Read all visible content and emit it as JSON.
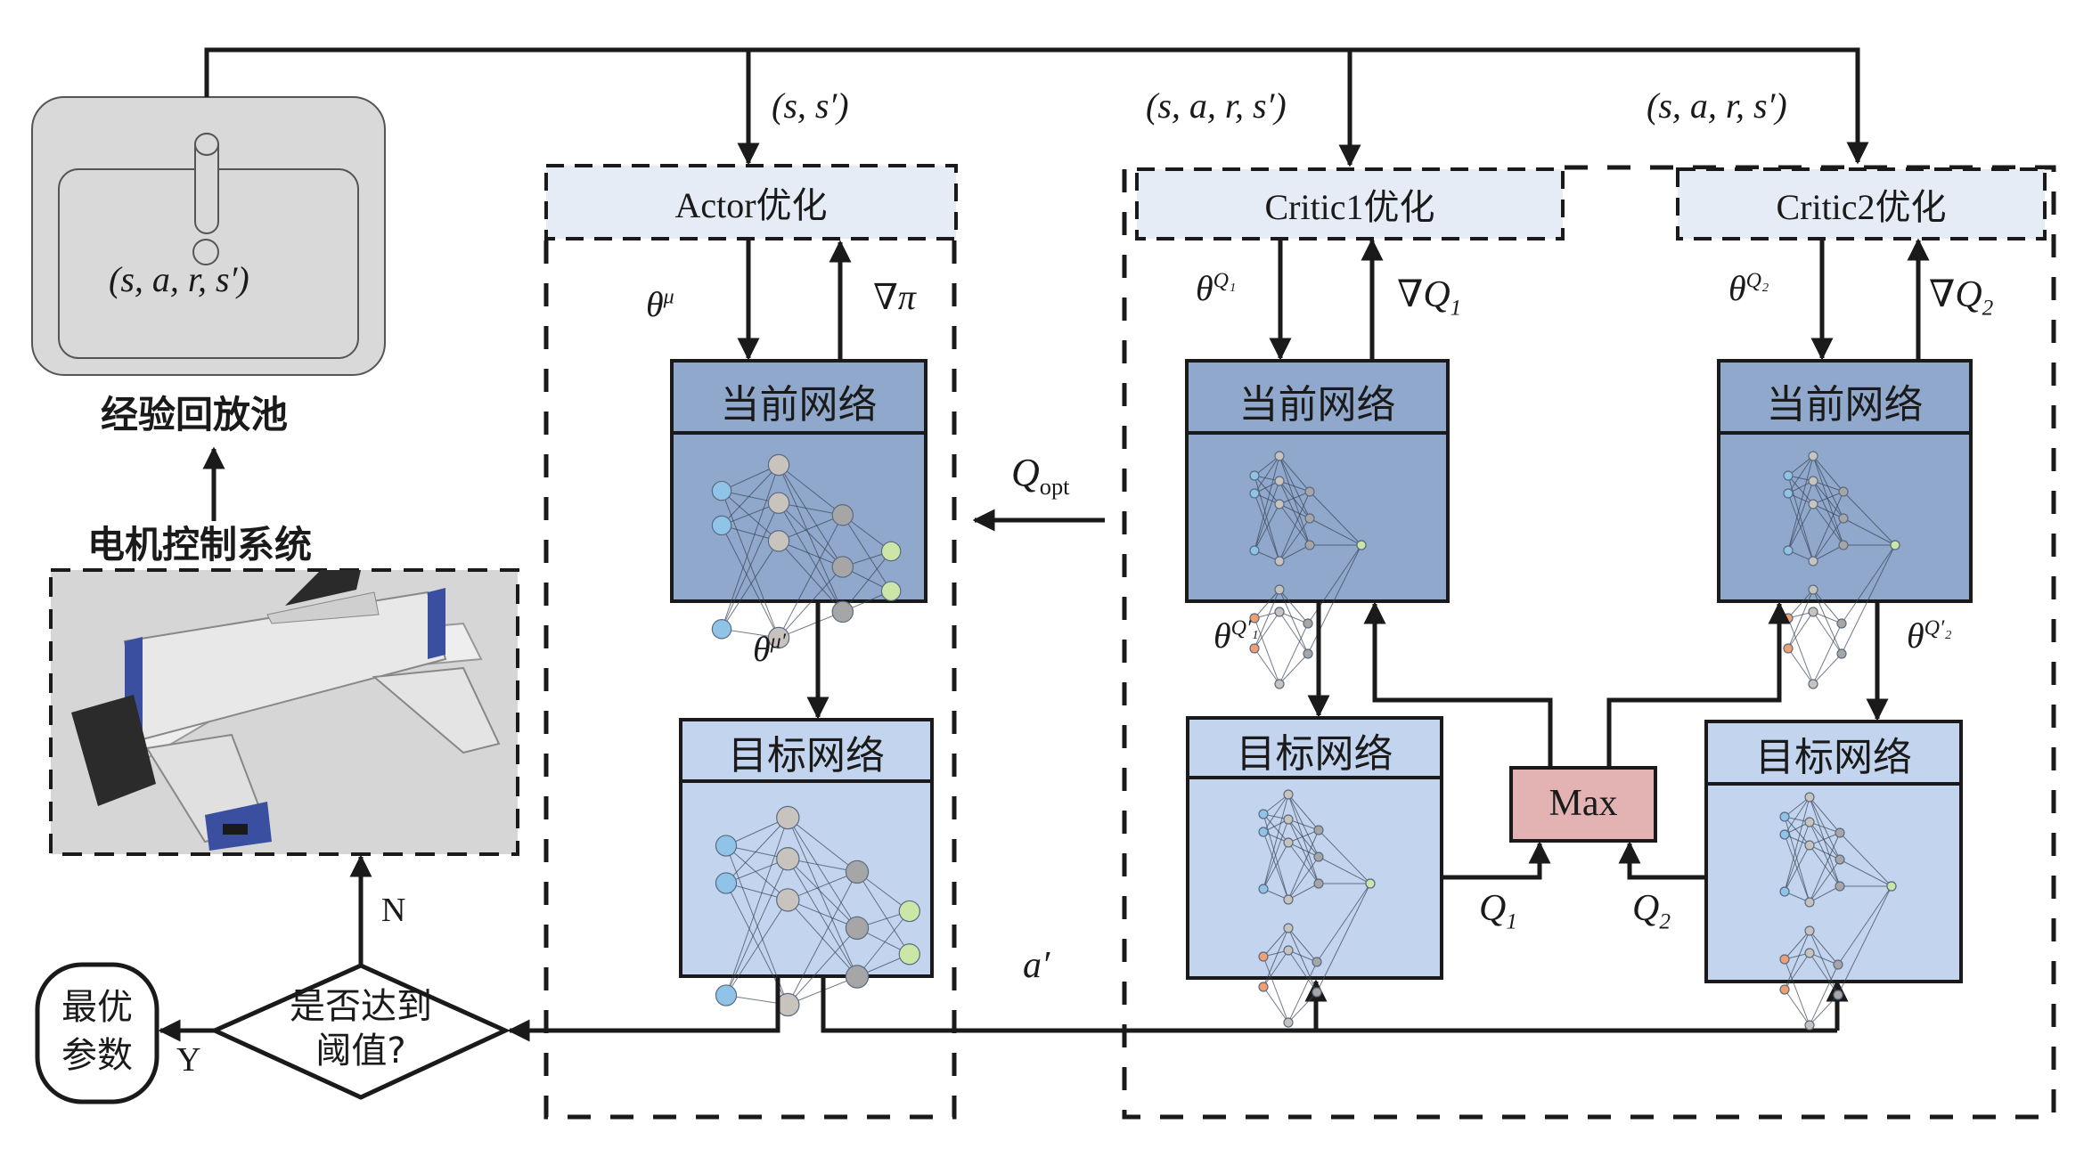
{
  "replay_pool": {
    "tuple": "(s, a, r, s′)",
    "label": "经验回放池"
  },
  "motor_system": {
    "label": "电机控制系统",
    "image": "gantry-robot-image"
  },
  "decision": {
    "label_line1": "是否达到",
    "label_line2": "阈值?",
    "yes": "Y",
    "no": "N"
  },
  "optimal": {
    "line1": "最优",
    "line2": "参数"
  },
  "actor": {
    "input": "(s, s′)",
    "header": "Actor优化",
    "theta_mu": "θ",
    "theta_mu_sup": "μ",
    "grad": "∇π",
    "current_label": "当前网络",
    "theta_mu_prime": "θ",
    "theta_mu_prime_sup": "μ′",
    "target_label": "目标网络",
    "a_prime": "a′"
  },
  "q_opt": {
    "main": "Q",
    "sub": "opt"
  },
  "critic1": {
    "input": "(s, a, r, s′)",
    "header": "Critic1优化",
    "theta": "θ",
    "theta_sup": "Q₁",
    "grad": "∇Q",
    "grad_sub": "1",
    "current_label": "当前网络",
    "theta_prime": "θ",
    "theta_prime_sup": "Q′₁",
    "target_label": "目标网络",
    "q_out": "Q",
    "q_out_sub": "1"
  },
  "critic2": {
    "input": "(s, a, r, s′)",
    "header": "Critic2优化",
    "theta": "θ",
    "theta_sup": "Q₂",
    "grad": "∇Q",
    "grad_sub": "2",
    "current_label": "当前网络",
    "theta_prime": "θ",
    "theta_prime_sup": "Q′₂",
    "target_label": "目标网络",
    "q_out": "Q",
    "q_out_sub": "2"
  },
  "max_box": {
    "label": "Max"
  },
  "colors": {
    "current_net": "#8fa8cc",
    "target_net": "#c3d5ee",
    "header_box": "#e6ecf5",
    "max_box": "#e3b3b3",
    "pool": "#d9d9d9",
    "motor_bg": "#d6d6d6",
    "input_node": "#8fc3e8",
    "hidden_node": "#c9c3be",
    "hidden2_node": "#a6a6a6",
    "output_node": "#cce6a8",
    "action_node": "#f0a070"
  }
}
